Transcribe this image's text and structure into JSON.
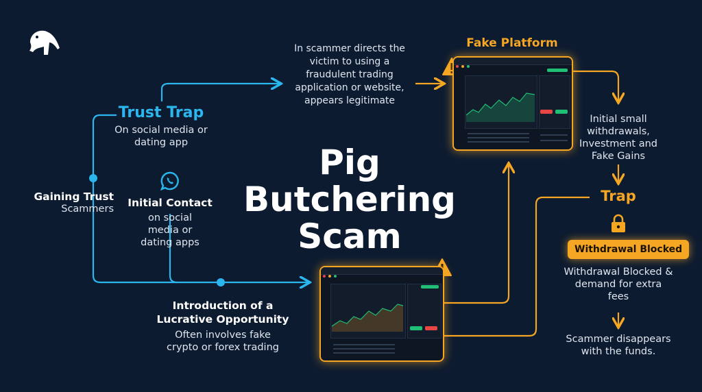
{
  "title": "Pig Butchering Scam",
  "trust_trap": {
    "title": "Trust Trap",
    "desc": "On social media or dating app"
  },
  "gaining_trust": {
    "title": "Gaining Trust",
    "sub": "Scammers"
  },
  "initial_contact": {
    "title": "Initial Contact",
    "desc": "on social media or dating apps"
  },
  "introduction": {
    "title": "Introduction of a Lucrative Opportunity",
    "desc": "Often involves fake crypto or forex trading"
  },
  "directs": {
    "desc": "In scammer directs the victim to using a fraudulent trading application or website, appears legitimate"
  },
  "fake_platform": {
    "title": "Fake Platform"
  },
  "initial_withdrawals": {
    "desc": "Initial small withdrawals, Investment and Fake Gains"
  },
  "trap": {
    "title": "Trap"
  },
  "withdrawal_blocked": {
    "badge": "Withdrawal Blocked",
    "desc": "Withdrawal Blocked & demand for extra fees"
  },
  "disappears": {
    "desc": "Scammer disappears with the funds."
  },
  "colors": {
    "background": "#0d1b30",
    "blue": "#2bb7ee",
    "orange": "#f5a623"
  },
  "icons": [
    "anteater-logo-icon",
    "whatsapp-icon",
    "warning-icon",
    "lock-icon"
  ]
}
